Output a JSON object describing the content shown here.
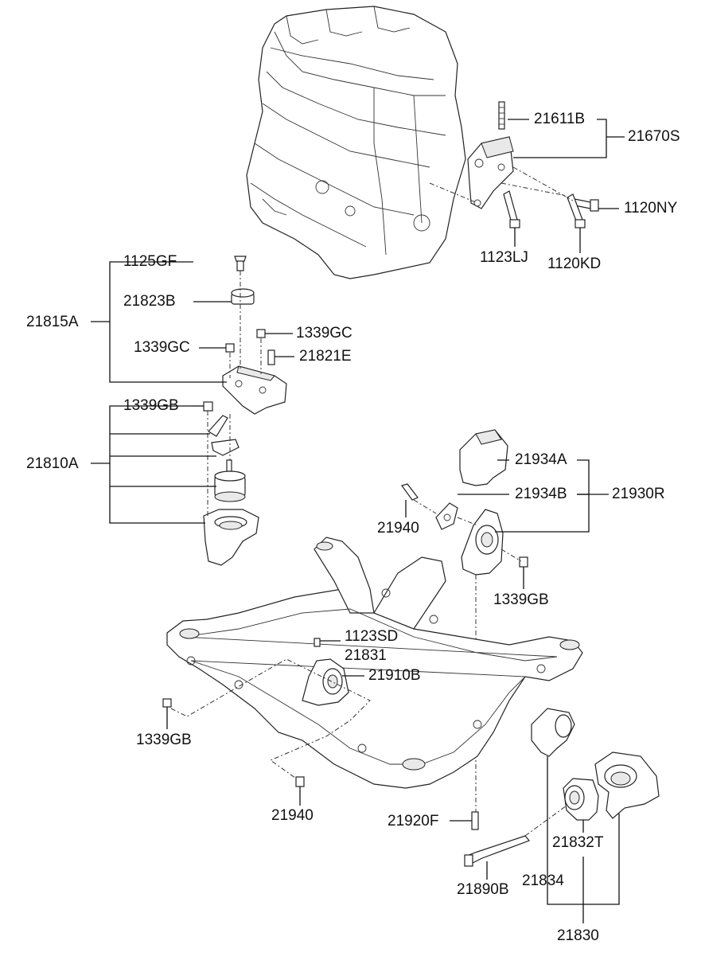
{
  "labels": {
    "p21611B": "21611B",
    "p21670S": "21670S",
    "p1120NY": "1120NY",
    "p1123LJ": "1123LJ",
    "p1120KD": "1120KD",
    "p1125GF": "1125GF",
    "p21823B": "21823B",
    "p21815A": "21815A",
    "p1339GC_r": "1339GC",
    "p1339GC_l": "1339GC",
    "p21821E": "21821E",
    "p1339GB_t": "1339GB",
    "p21810A": "21810A",
    "p21934A": "21934A",
    "p21934B": "21934B",
    "p21930R": "21930R",
    "p21940_t": "21940",
    "p1339GB_m": "1339GB",
    "p1123SD": "1123SD",
    "p21831": "21831",
    "p21910B": "21910B",
    "p1339GB_l": "1339GB",
    "p21940_b": "21940",
    "p21920F": "21920F",
    "p21832T": "21832T",
    "p21890B": "21890B",
    "p21834": "21834",
    "p21830": "21830"
  }
}
